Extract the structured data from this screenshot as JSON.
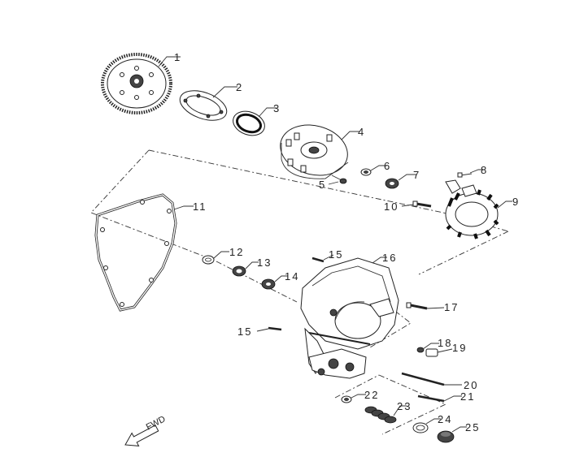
{
  "diagram": {
    "callouts": [
      {
        "id": "c1",
        "text": "1"
      },
      {
        "id": "c2",
        "text": "2"
      },
      {
        "id": "c3",
        "text": "3"
      },
      {
        "id": "c4",
        "text": "4"
      },
      {
        "id": "c5",
        "text": "5"
      },
      {
        "id": "c6",
        "text": "6"
      },
      {
        "id": "c7",
        "text": "7"
      },
      {
        "id": "c8",
        "text": "8"
      },
      {
        "id": "c9",
        "text": "9"
      },
      {
        "id": "c10",
        "text": "10"
      },
      {
        "id": "c11",
        "text": "11"
      },
      {
        "id": "c12",
        "text": "12"
      },
      {
        "id": "c13",
        "text": "13"
      },
      {
        "id": "c14",
        "text": "14"
      },
      {
        "id": "c15a",
        "text": "15"
      },
      {
        "id": "c16",
        "text": "16"
      },
      {
        "id": "c17",
        "text": "17"
      },
      {
        "id": "c15b",
        "text": "15"
      },
      {
        "id": "c18",
        "text": "18"
      },
      {
        "id": "c19",
        "text": "19"
      },
      {
        "id": "c20",
        "text": "20"
      },
      {
        "id": "c21",
        "text": "21"
      },
      {
        "id": "c22",
        "text": "22"
      },
      {
        "id": "c23",
        "text": "23"
      },
      {
        "id": "c24",
        "text": "24"
      },
      {
        "id": "c25",
        "text": "25"
      }
    ],
    "direction_label": "FWD",
    "icons": {
      "arrow": "forward-arrow-icon"
    }
  }
}
